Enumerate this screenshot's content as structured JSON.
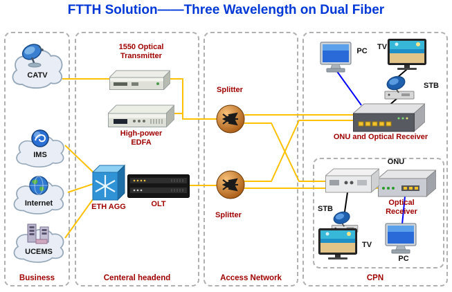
{
  "title": "FTTH Solution——Three Wavelength on Dual Fiber",
  "sections": {
    "business": "Business",
    "headend": "Centeral headend",
    "access": "Access Network",
    "cpn": "CPN"
  },
  "business": {
    "catv": "CATV",
    "ims": "IMS",
    "internet": "Internet",
    "ucems": "UCEMS"
  },
  "headend": {
    "transmitter": "1550 Optical Transmitter",
    "edfa": "High-power EDFA",
    "eth_agg": "ETH AGG",
    "olt": "OLT"
  },
  "access": {
    "splitter_top": "Splitter",
    "splitter_bottom": "Splitter"
  },
  "cpn": {
    "pc_top": "PC",
    "tv_top": "TV",
    "stb_top": "STB",
    "onu_receiver": "ONU and Optical Receiver",
    "onu": "ONU",
    "optical_receiver": "Optical Receiver",
    "stb": "STB",
    "tv": "TV",
    "pc": "PC"
  },
  "colors": {
    "title": "#0038D8",
    "red_label": "#A00000",
    "black_label": "#111111",
    "fiber_line": "#FFC000",
    "ethernet_line": "#0000FF",
    "coax_line": "#000000",
    "section_border": "#B0B0B0"
  },
  "icons": {
    "catv": "satellite-dish-icon",
    "ims": "ims-sphere-icon",
    "internet": "globe-icon",
    "ucems": "server-towers-icon",
    "eth_agg": "switch-cube-icon",
    "splitter": "splitter-sphere-icon"
  }
}
